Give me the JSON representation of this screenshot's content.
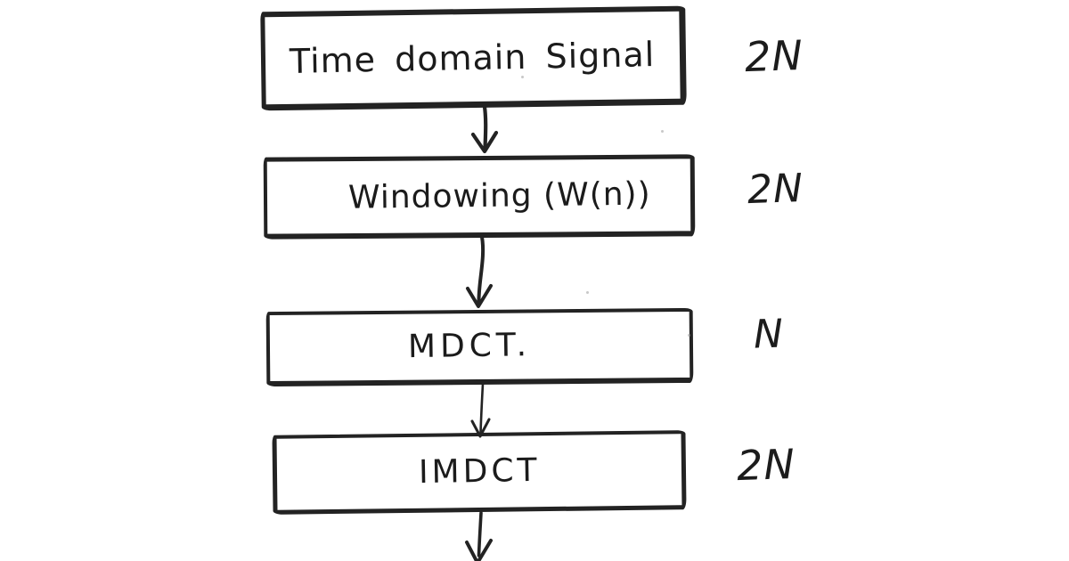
{
  "diagram": {
    "background_color": "#ffffff",
    "ink_color": "#232323",
    "nodes": [
      {
        "id": "time-domain-signal",
        "label": "Time domain Signal",
        "annotation": "2N"
      },
      {
        "id": "windowing",
        "label": "Windowing (W(n))",
        "annotation": "2N"
      },
      {
        "id": "mdct",
        "label": "MDCT.",
        "annotation": "N"
      },
      {
        "id": "imdct",
        "label": "IMDCT",
        "annotation": "2N"
      }
    ],
    "connectors": [
      {
        "from": "time-domain-signal",
        "to": "windowing",
        "type": "arrow-down"
      },
      {
        "from": "windowing",
        "to": "mdct",
        "type": "arrow-down"
      },
      {
        "from": "mdct",
        "to": "imdct",
        "type": "arrow-down"
      },
      {
        "from": "imdct",
        "to": "",
        "type": "arrow-down-clipped"
      }
    ]
  }
}
